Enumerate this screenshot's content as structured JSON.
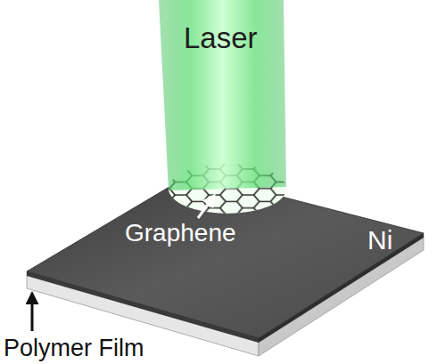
{
  "diagram": {
    "labels": [
      "Laser",
      "Ni",
      "Graphene",
      "Polymer Film"
    ]
  }
}
